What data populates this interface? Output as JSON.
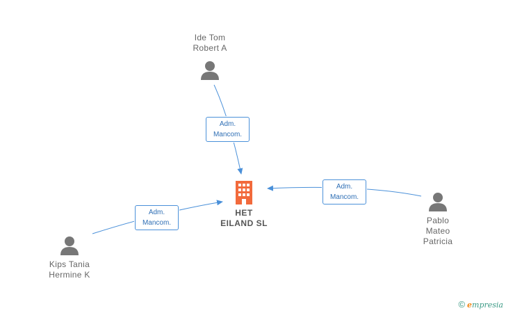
{
  "company": {
    "name_line1": "HET",
    "name_line2": "EILAND SL"
  },
  "people": [
    {
      "id": "ide",
      "line1": "Ide Tom",
      "line2": "Robert A",
      "line3": ""
    },
    {
      "id": "kips",
      "line1": "Kips Tania",
      "line2": "Hermine K",
      "line3": ""
    },
    {
      "id": "pablo",
      "line1": "Pablo",
      "line2": "Mateo",
      "line3": "Patricia"
    }
  ],
  "relations": [
    {
      "line1": "Adm.",
      "line2": "Mancom."
    },
    {
      "line1": "Adm.",
      "line2": "Mancom."
    },
    {
      "line1": "Adm.",
      "line2": "Mancom."
    }
  ],
  "footer": {
    "copyright_symbol": "©",
    "brand_first": "e",
    "brand_rest": "mpresia"
  },
  "colors": {
    "edge": "#4a90d9",
    "company_icon": "#f26a3c",
    "person_icon": "#777777"
  }
}
